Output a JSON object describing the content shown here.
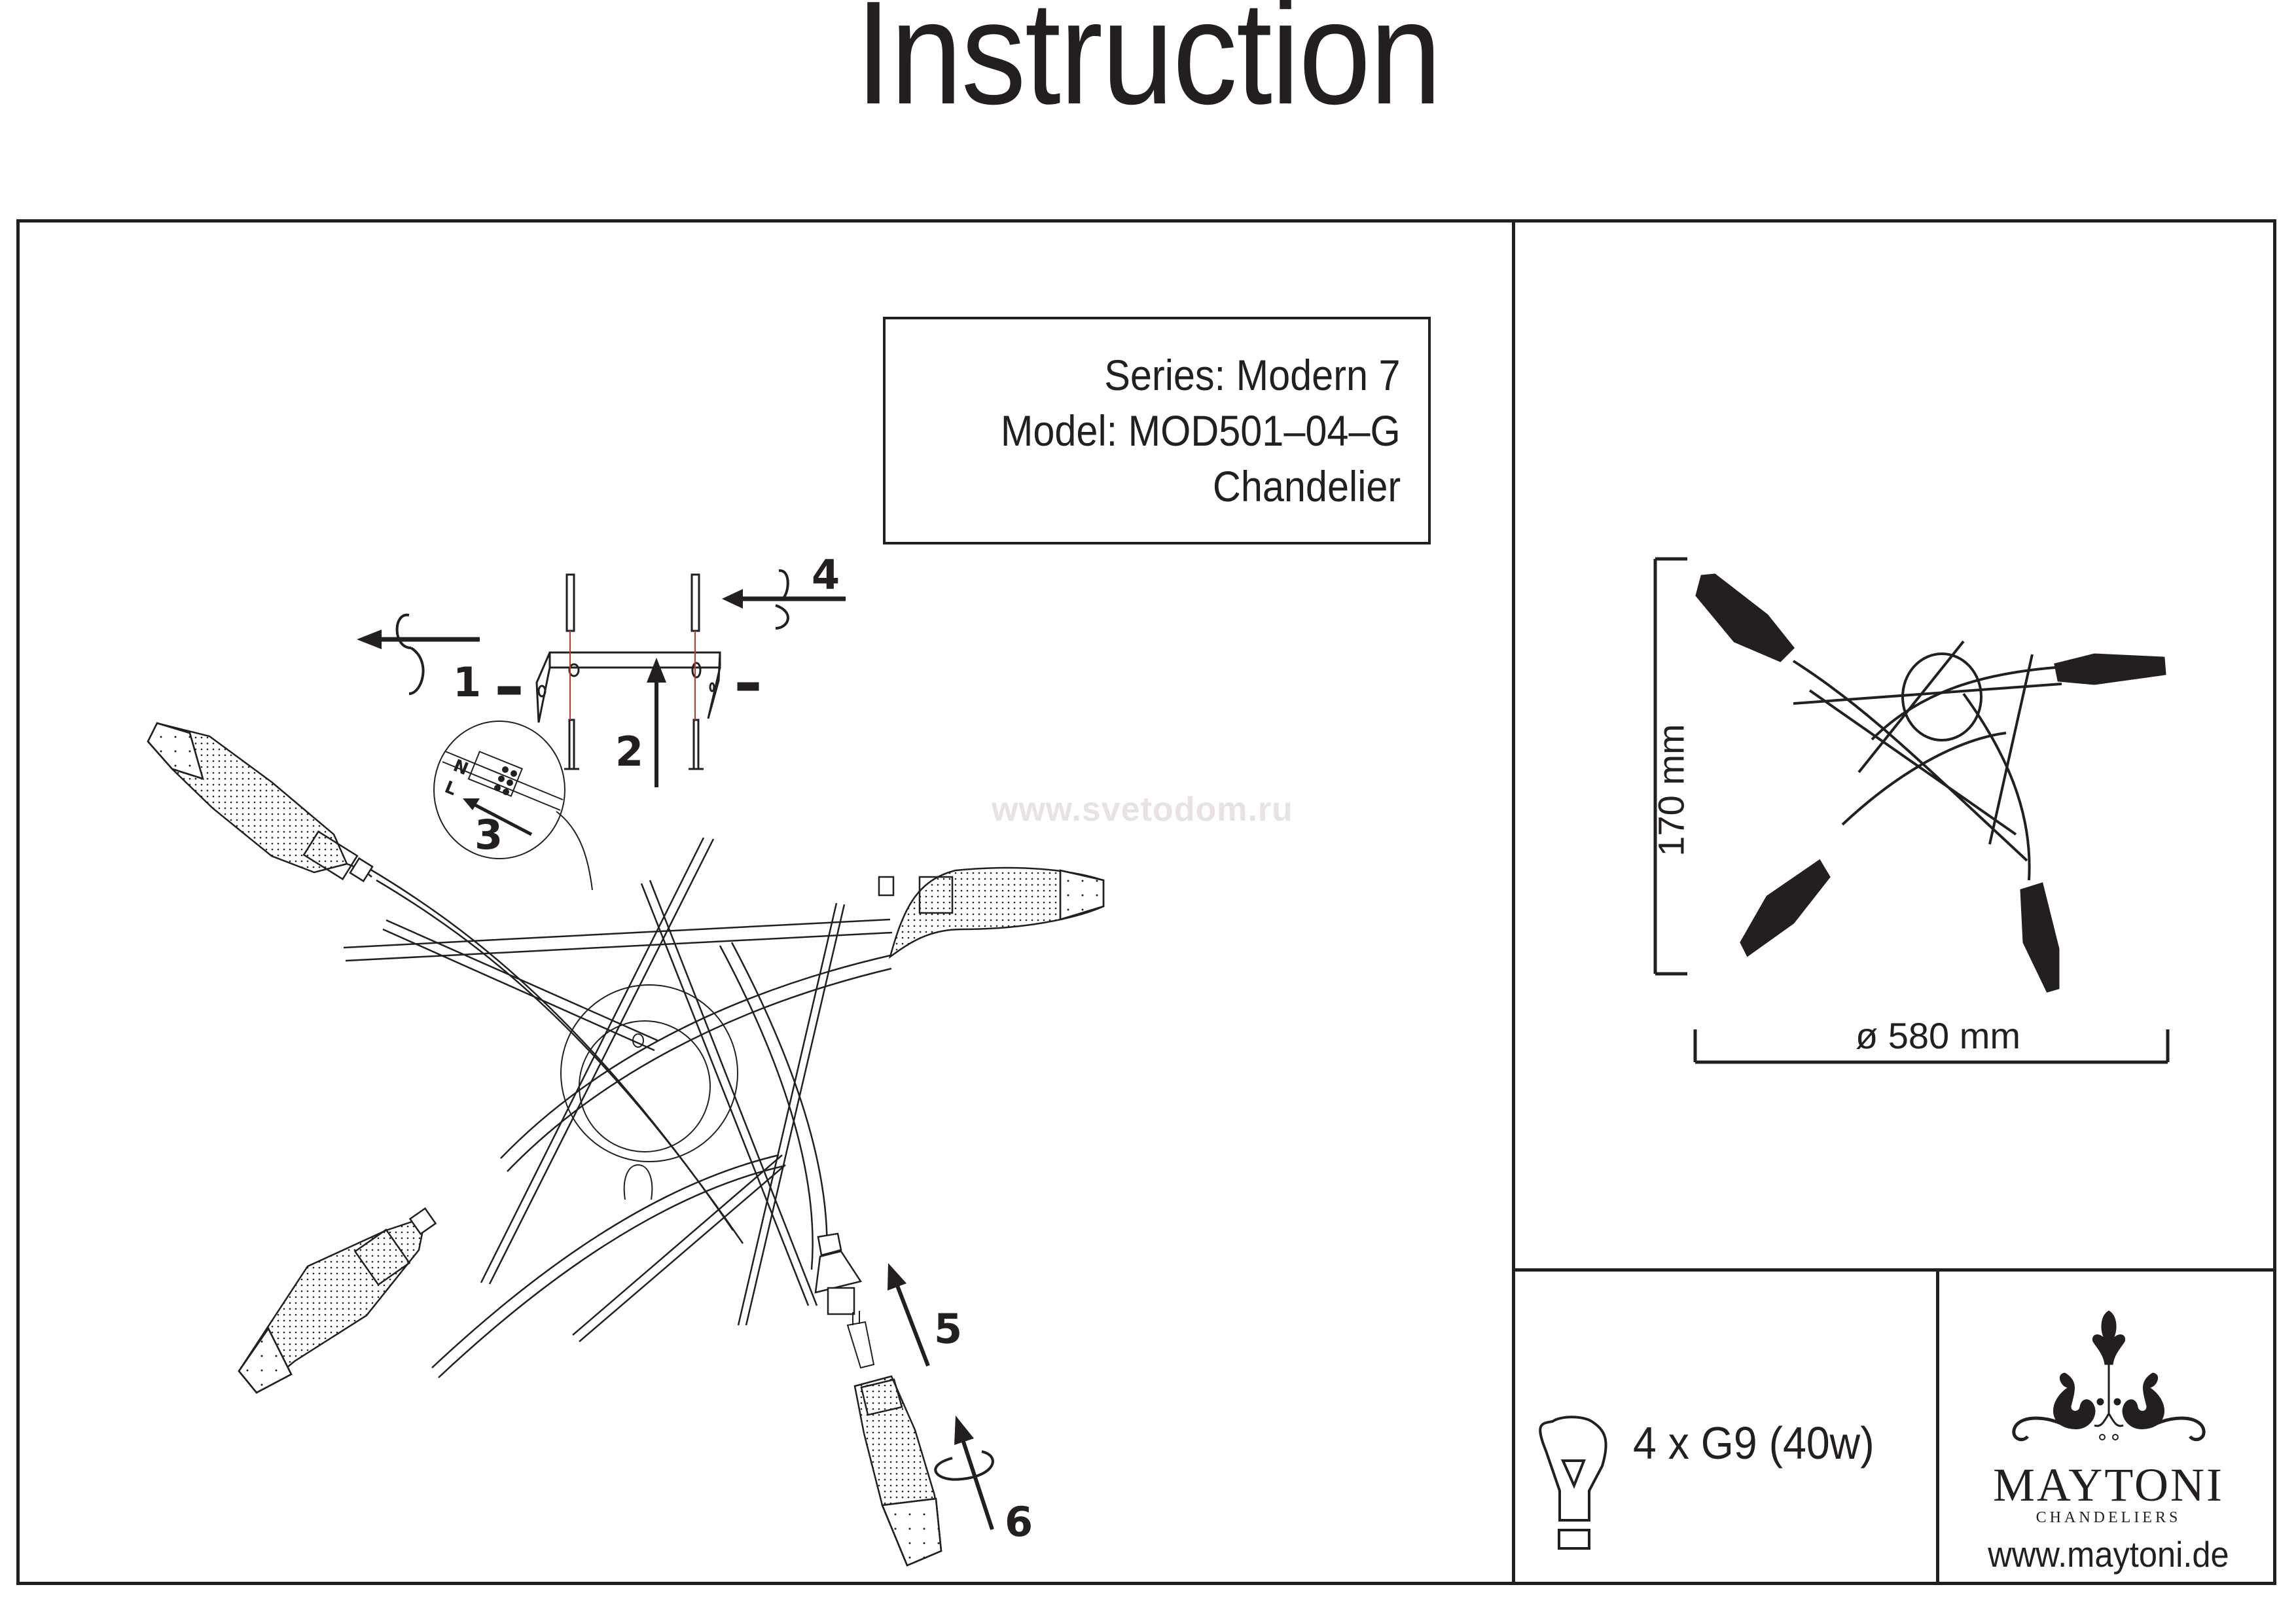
{
  "page": {
    "title": "Instruction"
  },
  "product": {
    "series_line": "Series: Modern 7",
    "model_line": "Model: MOD501–04–G",
    "type_line": "Chandelier"
  },
  "watermark": "www.svetodom.ru",
  "steps": [
    {
      "number": "1",
      "icon": "rotate-counterclockwise-arrow-left"
    },
    {
      "number": "2",
      "icon": "arrow-up"
    },
    {
      "number": "3",
      "icon": "arrow-up-left"
    },
    {
      "number": "4",
      "icon": "rotate-arrow-left"
    },
    {
      "number": "5",
      "icon": "arrow-up"
    },
    {
      "number": "6",
      "icon": "rotate-arrow-up"
    }
  ],
  "wiring": {
    "terminal_labels": [
      "N",
      "L"
    ]
  },
  "dimensions": {
    "height": "170 mm",
    "diameter": "ø 580 mm"
  },
  "bulb": {
    "icon": "light-bulb-icon",
    "spec": "4 x G9 (40w)"
  },
  "brand": {
    "name": "MAYTONI",
    "tagline": "CHANDELIERS",
    "url": "www.maytoni.de"
  },
  "colors": {
    "ink": "#231f20",
    "watermark": "#e8e2e2",
    "wire": "#c0392b"
  }
}
